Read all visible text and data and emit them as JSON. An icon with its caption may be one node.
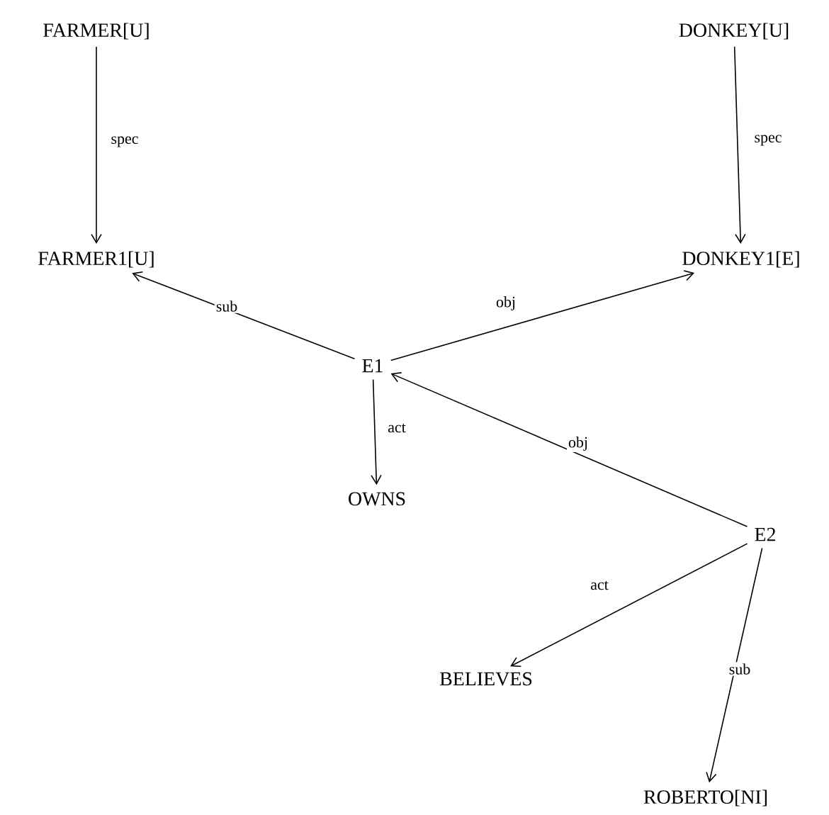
{
  "diagram": {
    "nodes": [
      {
        "text": [
          "FARMER[U]"
        ]
      },
      {
        "text": [
          "DONKEY[U]"
        ]
      },
      {
        "text": [
          "FARMER1[U]"
        ]
      },
      {
        "text": [
          "DONKEY1[E]"
        ]
      },
      {
        "text": [
          "E1"
        ]
      },
      {
        "text": [
          "OWNS"
        ]
      },
      {
        "text": [
          "E2"
        ]
      },
      {
        "text": [
          "BELIEVES"
        ]
      },
      {
        "text": [
          "ROBERTO[NI]"
        ]
      }
    ],
    "edges": [
      {
        "from": 0,
        "to": 2,
        "arrow": "to",
        "label": "spec"
      },
      {
        "from": 1,
        "to": 3,
        "arrow": "to",
        "label": "spec"
      },
      {
        "from": 4,
        "to": 2,
        "arrow": "to",
        "label": "sub"
      },
      {
        "from": 4,
        "to": 3,
        "arrow": "to",
        "label": "obj"
      },
      {
        "from": 4,
        "to": 5,
        "arrow": "to",
        "label": "act"
      },
      {
        "from": 6,
        "to": 4,
        "arrow": "to",
        "label": "obj"
      },
      {
        "from": 6,
        "to": 7,
        "arrow": "to",
        "label": "act"
      },
      {
        "from": 6,
        "to": 8,
        "arrow": "to",
        "label": "sub"
      }
    ]
  }
}
